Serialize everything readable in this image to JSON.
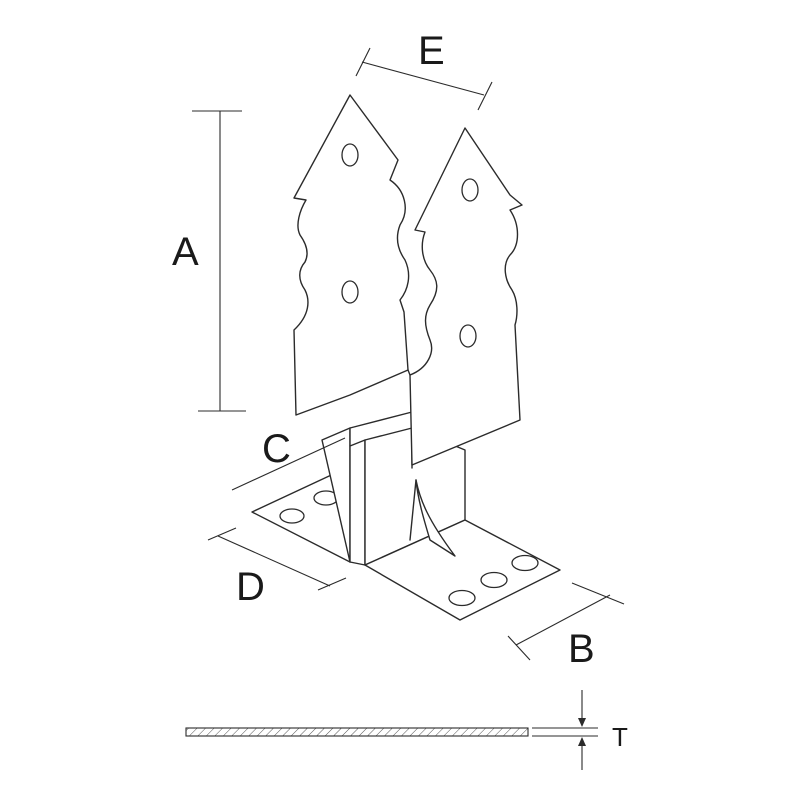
{
  "labels": {
    "A": "A",
    "B": "B",
    "C": "C",
    "D": "D",
    "E": "E",
    "T": "T"
  }
}
